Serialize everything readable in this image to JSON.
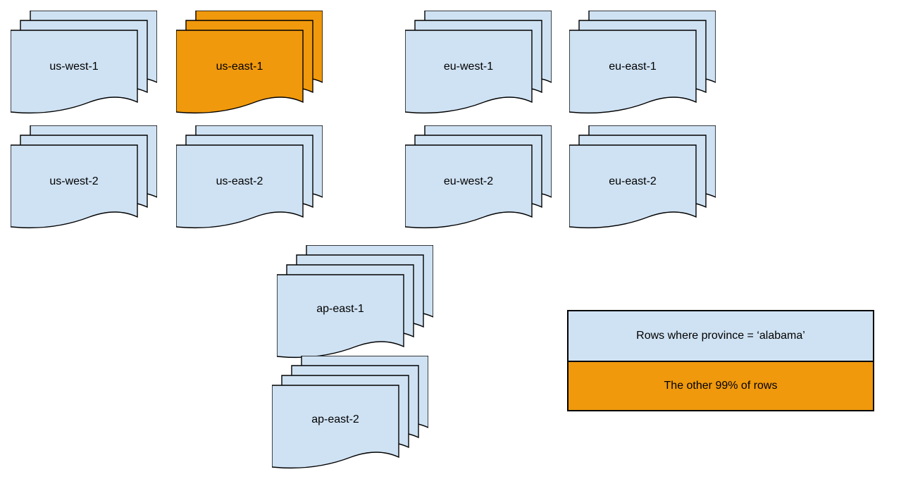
{
  "colors": {
    "region-fill": "#cfe2f3",
    "highlight-fill": "#f0990d",
    "stroke-color": "#000000"
  },
  "regions": [
    {
      "label": "us-west-1",
      "highlight": false,
      "sheets": 3
    },
    {
      "label": "us-east-1",
      "highlight": true,
      "sheets": 3
    },
    {
      "label": "eu-west-1",
      "highlight": false,
      "sheets": 3
    },
    {
      "label": "eu-east-1",
      "highlight": false,
      "sheets": 3
    },
    {
      "label": "us-west-2",
      "highlight": false,
      "sheets": 3
    },
    {
      "label": "us-east-2",
      "highlight": false,
      "sheets": 3
    },
    {
      "label": "eu-west-2",
      "highlight": false,
      "sheets": 3
    },
    {
      "label": "eu-east-2",
      "highlight": false,
      "sheets": 3
    },
    {
      "label": "ap-east-1",
      "highlight": false,
      "sheets": 4
    },
    {
      "label": "ap-east-2",
      "highlight": false,
      "sheets": 4
    }
  ],
  "legend": {
    "items": [
      {
        "label": "Rows where province = ‘alabama’",
        "color": "region-fill"
      },
      {
        "label": "The other 99% of rows",
        "color": "highlight-fill"
      }
    ]
  }
}
